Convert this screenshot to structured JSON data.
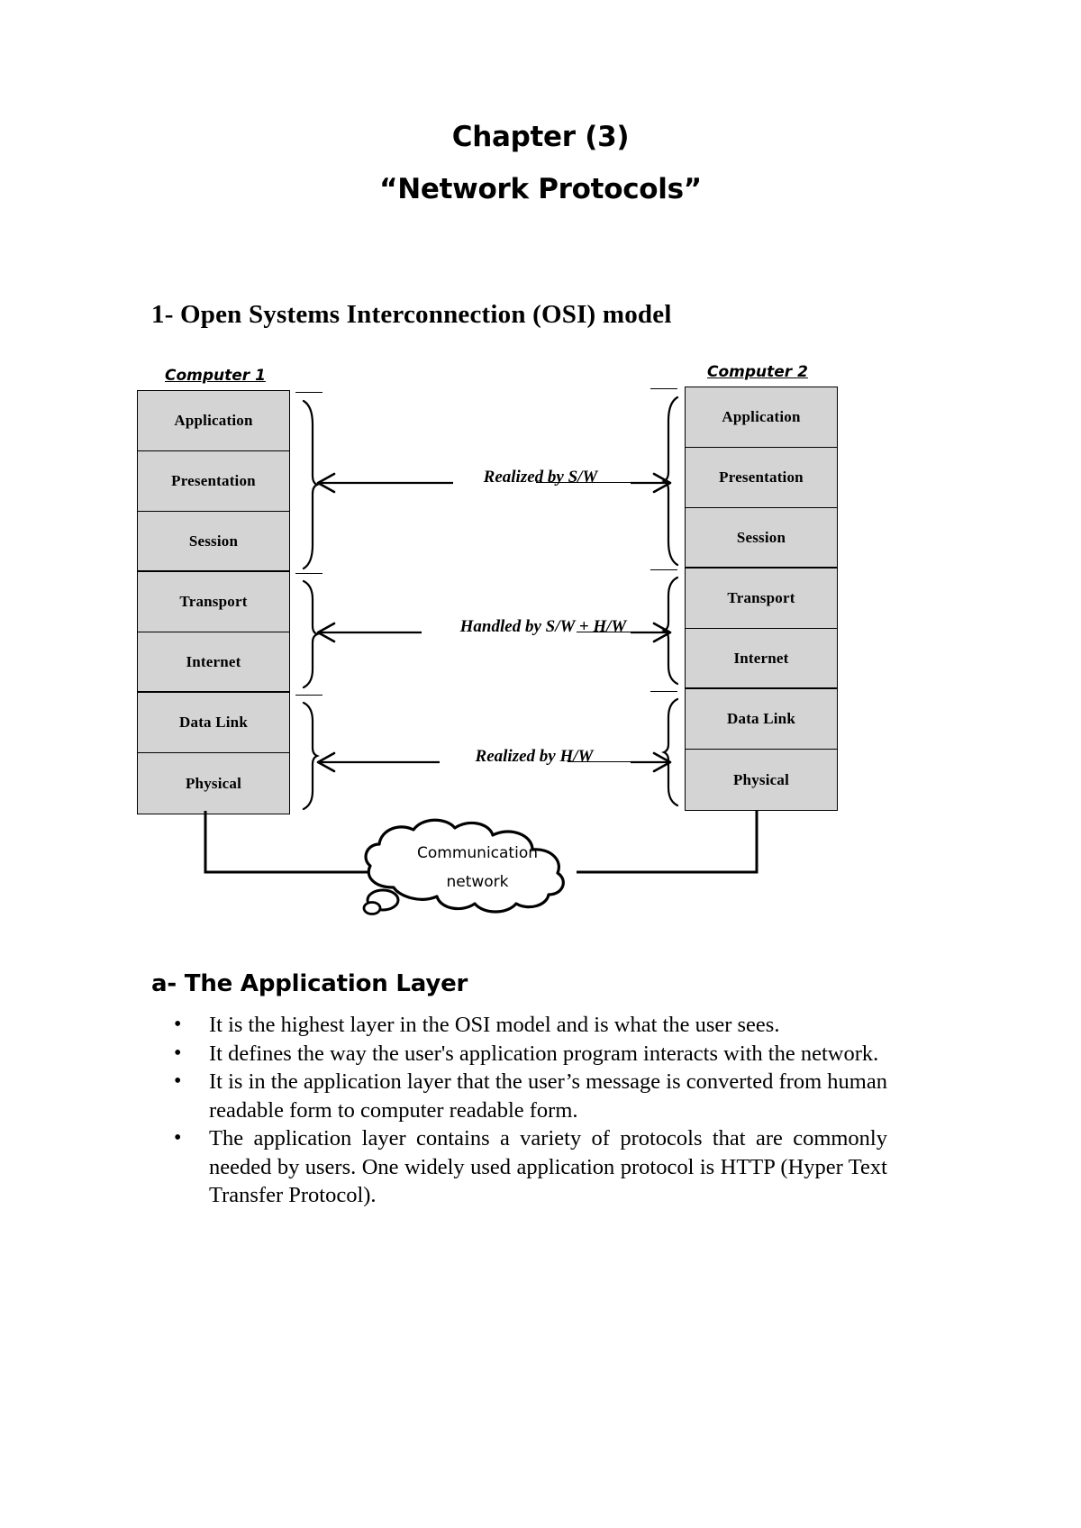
{
  "document": {
    "title_line_1": "Chapter (3)",
    "title_line_2": "“Network Protocols”",
    "section_heading": "1- Open Systems Interconnection (OSI) model",
    "sub_heading": "a- The Application Layer"
  },
  "diagram": {
    "left_column_title": "Computer 1",
    "right_column_title": "Computer 2",
    "layers": [
      "Application",
      "Presentation",
      "Session",
      "Transport",
      "Internet",
      "Data Link",
      "Physical"
    ],
    "annotations": [
      "Realized by S/W",
      "Handled by S/W + H/W",
      "Realized by H/W"
    ],
    "cloud_label_line_1": "Communication",
    "cloud_label_line_2": "network",
    "box_fill_color": "#d4d4d4",
    "box_border_color": "#000000"
  },
  "bullets": [
    "It is the highest layer in the OSI model and is what the user sees.",
    "It defines the way the user's application program interacts with the network.",
    "It is in the application layer that the user’s message is converted from human readable form to computer readable form.",
    "The application layer contains a variety of protocols that are commonly needed by users. One widely used application protocol is HTTP (Hyper Text Transfer Protocol)."
  ]
}
